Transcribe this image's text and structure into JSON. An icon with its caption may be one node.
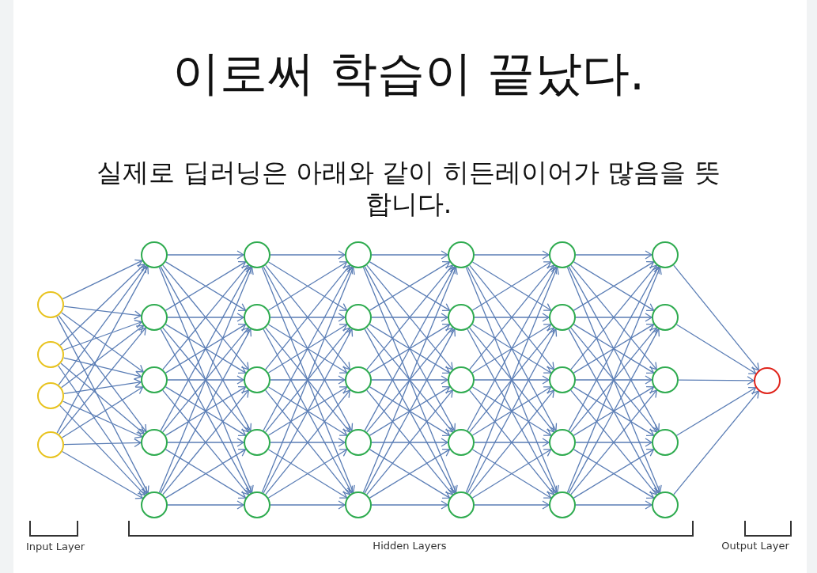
{
  "diagram": {
    "title": "이로써 학습이 끝났다.",
    "nodes": [
      {
        "text": [],
        "shape": "circle"
      },
      {
        "text": [],
        "shape": "circle"
      },
      {
        "text": [],
        "shape": "circle"
      },
      {
        "text": [],
        "shape": "circle"
      },
      {
        "text": [],
        "shape": "circle"
      },
      {
        "text": [],
        "shape": "circle"
      },
      {
        "text": [],
        "shape": "circle"
      },
      {
        "text": [],
        "shape": "circle"
      },
      {
        "text": [],
        "shape": "circle"
      },
      {
        "text": [],
        "shape": "circle"
      },
      {
        "text": [],
        "shape": "circle"
      },
      {
        "text": [],
        "shape": "circle"
      },
      {
        "text": [],
        "shape": "circle"
      },
      {
        "text": [],
        "shape": "circle"
      },
      {
        "text": [],
        "shape": "circle"
      },
      {
        "text": [],
        "shape": "circle"
      },
      {
        "text": [],
        "shape": "circle"
      },
      {
        "text": [],
        "shape": "circle"
      },
      {
        "text": [],
        "shape": "circle"
      },
      {
        "text": [],
        "shape": "circle"
      },
      {
        "text": [],
        "shape": "circle"
      },
      {
        "text": [],
        "shape": "circle"
      },
      {
        "text": [],
        "shape": "circle"
      },
      {
        "text": [],
        "shape": "circle"
      },
      {
        "text": [],
        "shape": "circle"
      },
      {
        "text": [],
        "shape": "circle"
      },
      {
        "text": [],
        "shape": "circle"
      },
      {
        "text": [],
        "shape": "circle"
      },
      {
        "text": [],
        "shape": "circle"
      },
      {
        "text": [],
        "shape": "circle"
      },
      {
        "text": [],
        "shape": "circle"
      },
      {
        "text": [],
        "shape": "circle"
      },
      {
        "text": [],
        "shape": "circle"
      },
      {
        "text": [],
        "shape": "circle"
      },
      {
        "text": [],
        "shape": "circle"
      }
    ],
    "edges": [
      {
        "from": 0,
        "to": 4,
        "arrow": "to"
      },
      {
        "from": 0,
        "to": 5,
        "arrow": "to"
      },
      {
        "from": 0,
        "to": 6,
        "arrow": "to"
      },
      {
        "from": 0,
        "to": 7,
        "arrow": "to"
      },
      {
        "from": 0,
        "to": 8,
        "arrow": "to"
      },
      {
        "from": 1,
        "to": 4,
        "arrow": "to"
      },
      {
        "from": 1,
        "to": 5,
        "arrow": "to"
      },
      {
        "from": 1,
        "to": 6,
        "arrow": "to"
      },
      {
        "from": 1,
        "to": 7,
        "arrow": "to"
      },
      {
        "from": 1,
        "to": 8,
        "arrow": "to"
      },
      {
        "from": 2,
        "to": 4,
        "arrow": "to"
      },
      {
        "from": 2,
        "to": 5,
        "arrow": "to"
      },
      {
        "from": 2,
        "to": 6,
        "arrow": "to"
      },
      {
        "from": 2,
        "to": 7,
        "arrow": "to"
      },
      {
        "from": 2,
        "to": 8,
        "arrow": "to"
      },
      {
        "from": 3,
        "to": 4,
        "arrow": "to"
      },
      {
        "from": 3,
        "to": 5,
        "arrow": "to"
      },
      {
        "from": 3,
        "to": 6,
        "arrow": "to"
      },
      {
        "from": 3,
        "to": 7,
        "arrow": "to"
      },
      {
        "from": 3,
        "to": 8,
        "arrow": "to"
      },
      {
        "from": 4,
        "to": 9,
        "arrow": "to"
      },
      {
        "from": 4,
        "to": 10,
        "arrow": "to"
      },
      {
        "from": 4,
        "to": 11,
        "arrow": "to"
      },
      {
        "from": 4,
        "to": 12,
        "arrow": "to"
      },
      {
        "from": 4,
        "to": 13,
        "arrow": "to"
      },
      {
        "from": 5,
        "to": 9,
        "arrow": "to"
      },
      {
        "from": 5,
        "to": 10,
        "arrow": "to"
      },
      {
        "from": 5,
        "to": 11,
        "arrow": "to"
      },
      {
        "from": 5,
        "to": 12,
        "arrow": "to"
      },
      {
        "from": 5,
        "to": 13,
        "arrow": "to"
      },
      {
        "from": 6,
        "to": 9,
        "arrow": "to"
      },
      {
        "from": 6,
        "to": 10,
        "arrow": "to"
      },
      {
        "from": 6,
        "to": 11,
        "arrow": "to"
      },
      {
        "from": 6,
        "to": 12,
        "arrow": "to"
      },
      {
        "from": 6,
        "to": 13,
        "arrow": "to"
      },
      {
        "from": 7,
        "to": 9,
        "arrow": "to"
      },
      {
        "from": 7,
        "to": 10,
        "arrow": "to"
      },
      {
        "from": 7,
        "to": 11,
        "arrow": "to"
      },
      {
        "from": 7,
        "to": 12,
        "arrow": "to"
      },
      {
        "from": 7,
        "to": 13,
        "arrow": "to"
      },
      {
        "from": 8,
        "to": 9,
        "arrow": "to"
      },
      {
        "from": 8,
        "to": 10,
        "arrow": "to"
      },
      {
        "from": 8,
        "to": 11,
        "arrow": "to"
      },
      {
        "from": 8,
        "to": 12,
        "arrow": "to"
      },
      {
        "from": 8,
        "to": 13,
        "arrow": "to"
      },
      {
        "from": 9,
        "to": 14,
        "arrow": "to"
      },
      {
        "from": 9,
        "to": 15,
        "arrow": "to"
      },
      {
        "from": 9,
        "to": 16,
        "arrow": "to"
      },
      {
        "from": 9,
        "to": 17,
        "arrow": "to"
      },
      {
        "from": 9,
        "to": 18,
        "arrow": "to"
      },
      {
        "from": 10,
        "to": 14,
        "arrow": "to"
      },
      {
        "from": 10,
        "to": 15,
        "arrow": "to"
      },
      {
        "from": 10,
        "to": 16,
        "arrow": "to"
      },
      {
        "from": 10,
        "to": 17,
        "arrow": "to"
      },
      {
        "from": 10,
        "to": 18,
        "arrow": "to"
      },
      {
        "from": 11,
        "to": 14,
        "arrow": "to"
      },
      {
        "from": 11,
        "to": 15,
        "arrow": "to"
      },
      {
        "from": 11,
        "to": 16,
        "arrow": "to"
      },
      {
        "from": 11,
        "to": 17,
        "arrow": "to"
      },
      {
        "from": 11,
        "to": 18,
        "arrow": "to"
      },
      {
        "from": 12,
        "to": 14,
        "arrow": "to"
      },
      {
        "from": 12,
        "to": 15,
        "arrow": "to"
      },
      {
        "from": 12,
        "to": 16,
        "arrow": "to"
      },
      {
        "from": 12,
        "to": 17,
        "arrow": "to"
      },
      {
        "from": 12,
        "to": 18,
        "arrow": "to"
      },
      {
        "from": 13,
        "to": 14,
        "arrow": "to"
      },
      {
        "from": 13,
        "to": 15,
        "arrow": "to"
      },
      {
        "from": 13,
        "to": 16,
        "arrow": "to"
      },
      {
        "from": 13,
        "to": 17,
        "arrow": "to"
      },
      {
        "from": 13,
        "to": 18,
        "arrow": "to"
      },
      {
        "from": 14,
        "to": 19,
        "arrow": "to"
      },
      {
        "from": 14,
        "to": 20,
        "arrow": "to"
      },
      {
        "from": 14,
        "to": 21,
        "arrow": "to"
      },
      {
        "from": 14,
        "to": 22,
        "arrow": "to"
      },
      {
        "from": 14,
        "to": 23,
        "arrow": "to"
      },
      {
        "from": 15,
        "to": 19,
        "arrow": "to"
      },
      {
        "from": 15,
        "to": 20,
        "arrow": "to"
      },
      {
        "from": 15,
        "to": 21,
        "arrow": "to"
      },
      {
        "from": 15,
        "to": 22,
        "arrow": "to"
      },
      {
        "from": 15,
        "to": 23,
        "arrow": "to"
      },
      {
        "from": 16,
        "to": 19,
        "arrow": "to"
      },
      {
        "from": 16,
        "to": 20,
        "arrow": "to"
      },
      {
        "from": 16,
        "to": 21,
        "arrow": "to"
      },
      {
        "from": 16,
        "to": 22,
        "arrow": "to"
      },
      {
        "from": 16,
        "to": 23,
        "arrow": "to"
      },
      {
        "from": 17,
        "to": 19,
        "arrow": "to"
      },
      {
        "from": 17,
        "to": 20,
        "arrow": "to"
      },
      {
        "from": 17,
        "to": 21,
        "arrow": "to"
      },
      {
        "from": 17,
        "to": 22,
        "arrow": "to"
      },
      {
        "from": 17,
        "to": 23,
        "arrow": "to"
      },
      {
        "from": 18,
        "to": 19,
        "arrow": "to"
      },
      {
        "from": 18,
        "to": 20,
        "arrow": "to"
      },
      {
        "from": 18,
        "to": 21,
        "arrow": "to"
      },
      {
        "from": 18,
        "to": 22,
        "arrow": "to"
      },
      {
        "from": 18,
        "to": 23,
        "arrow": "to"
      },
      {
        "from": 19,
        "to": 24,
        "arrow": "to"
      },
      {
        "from": 19,
        "to": 25,
        "arrow": "to"
      },
      {
        "from": 19,
        "to": 26,
        "arrow": "to"
      },
      {
        "from": 19,
        "to": 27,
        "arrow": "to"
      },
      {
        "from": 19,
        "to": 28,
        "arrow": "to"
      },
      {
        "from": 20,
        "to": 24,
        "arrow": "to"
      },
      {
        "from": 20,
        "to": 25,
        "arrow": "to"
      },
      {
        "from": 20,
        "to": 26,
        "arrow": "to"
      },
      {
        "from": 20,
        "to": 27,
        "arrow": "to"
      },
      {
        "from": 20,
        "to": 28,
        "arrow": "to"
      },
      {
        "from": 21,
        "to": 24,
        "arrow": "to"
      },
      {
        "from": 21,
        "to": 25,
        "arrow": "to"
      },
      {
        "from": 21,
        "to": 26,
        "arrow": "to"
      },
      {
        "from": 21,
        "to": 27,
        "arrow": "to"
      },
      {
        "from": 21,
        "to": 28,
        "arrow": "to"
      },
      {
        "from": 22,
        "to": 24,
        "arrow": "to"
      },
      {
        "from": 22,
        "to": 25,
        "arrow": "to"
      },
      {
        "from": 22,
        "to": 26,
        "arrow": "to"
      },
      {
        "from": 22,
        "to": 27,
        "arrow": "to"
      },
      {
        "from": 22,
        "to": 28,
        "arrow": "to"
      },
      {
        "from": 23,
        "to": 24,
        "arrow": "to"
      },
      {
        "from": 23,
        "to": 25,
        "arrow": "to"
      },
      {
        "from": 23,
        "to": 26,
        "arrow": "to"
      },
      {
        "from": 23,
        "to": 27,
        "arrow": "to"
      },
      {
        "from": 23,
        "to": 28,
        "arrow": "to"
      },
      {
        "from": 24,
        "to": 29,
        "arrow": "to"
      },
      {
        "from": 24,
        "to": 30,
        "arrow": "to"
      },
      {
        "from": 24,
        "to": 31,
        "arrow": "to"
      },
      {
        "from": 24,
        "to": 32,
        "arrow": "to"
      },
      {
        "from": 24,
        "to": 33,
        "arrow": "to"
      },
      {
        "from": 25,
        "to": 29,
        "arrow": "to"
      },
      {
        "from": 25,
        "to": 30,
        "arrow": "to"
      },
      {
        "from": 25,
        "to": 31,
        "arrow": "to"
      },
      {
        "from": 25,
        "to": 32,
        "arrow": "to"
      },
      {
        "from": 25,
        "to": 33,
        "arrow": "to"
      },
      {
        "from": 26,
        "to": 29,
        "arrow": "to"
      },
      {
        "from": 26,
        "to": 30,
        "arrow": "to"
      },
      {
        "from": 26,
        "to": 31,
        "arrow": "to"
      },
      {
        "from": 26,
        "to": 32,
        "arrow": "to"
      },
      {
        "from": 26,
        "to": 33,
        "arrow": "to"
      },
      {
        "from": 27,
        "to": 29,
        "arrow": "to"
      },
      {
        "from": 27,
        "to": 30,
        "arrow": "to"
      },
      {
        "from": 27,
        "to": 31,
        "arrow": "to"
      },
      {
        "from": 27,
        "to": 32,
        "arrow": "to"
      },
      {
        "from": 27,
        "to": 33,
        "arrow": "to"
      },
      {
        "from": 28,
        "to": 29,
        "arrow": "to"
      },
      {
        "from": 28,
        "to": 30,
        "arrow": "to"
      },
      {
        "from": 28,
        "to": 31,
        "arrow": "to"
      },
      {
        "from": 28,
        "to": 32,
        "arrow": "to"
      },
      {
        "from": 28,
        "to": 33,
        "arrow": "to"
      },
      {
        "from": 29,
        "to": 34,
        "arrow": "to"
      },
      {
        "from": 30,
        "to": 34,
        "arrow": "to"
      },
      {
        "from": 31,
        "to": 34,
        "arrow": "to"
      },
      {
        "from": 32,
        "to": 34,
        "arrow": "to"
      },
      {
        "from": 33,
        "to": 34,
        "arrow": "to"
      }
    ],
    "labels": [
      "실제로 딥러닝은 아래와 같이 히든레이어가 많음을 뜻합니다.",
      "Input Layer",
      "Hidden Layers",
      "Output Layer"
    ]
  }
}
